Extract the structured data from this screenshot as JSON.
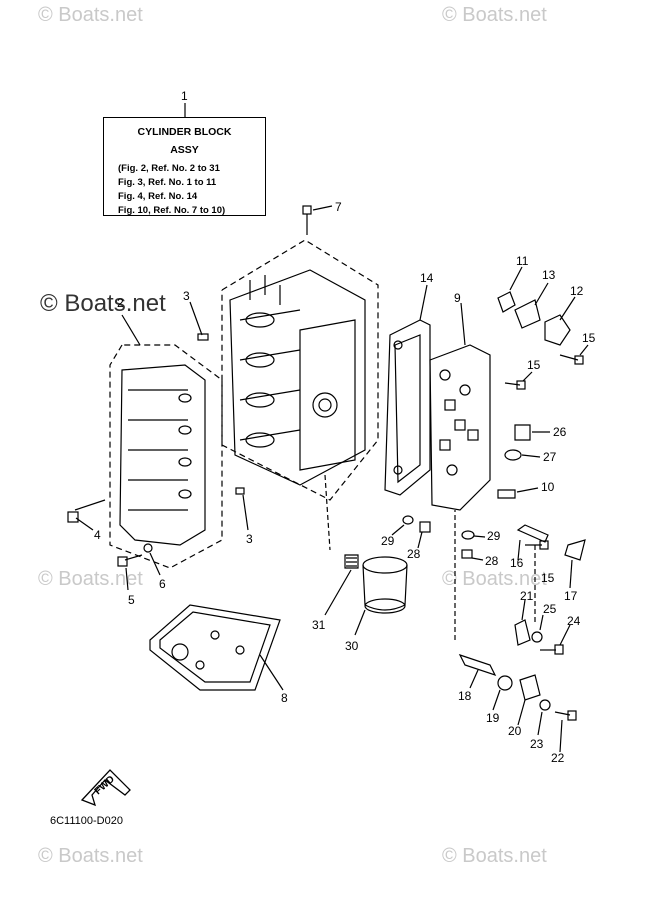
{
  "title_box": {
    "line1": "CYLINDER BLOCK",
    "line2": "ASSY",
    "refs": [
      "(Fig. 2, Ref. No. 2 to 31",
      "Fig. 3, Ref. No. 1 to 11",
      "Fig. 4, Ref. No. 14",
      "Fig. 10, Ref. No. 7 to 10)"
    ]
  },
  "watermarks": [
    "© Boats.net",
    "© Boats.net",
    "© Boats.net",
    "© Boats.net",
    "© Boats.net",
    "© Boats.net",
    "© Boats.net"
  ],
  "callouts": [
    "1",
    "2",
    "3",
    "3",
    "4",
    "5",
    "6",
    "7",
    "8",
    "9",
    "10",
    "11",
    "12",
    "13",
    "14",
    "15",
    "15",
    "15",
    "16",
    "17",
    "18",
    "19",
    "20",
    "21",
    "22",
    "23",
    "24",
    "25",
    "26",
    "27",
    "28",
    "28",
    "29",
    "29",
    "30",
    "31"
  ],
  "fwd_label": "FWD",
  "catalog_number": "6C11100-D020"
}
